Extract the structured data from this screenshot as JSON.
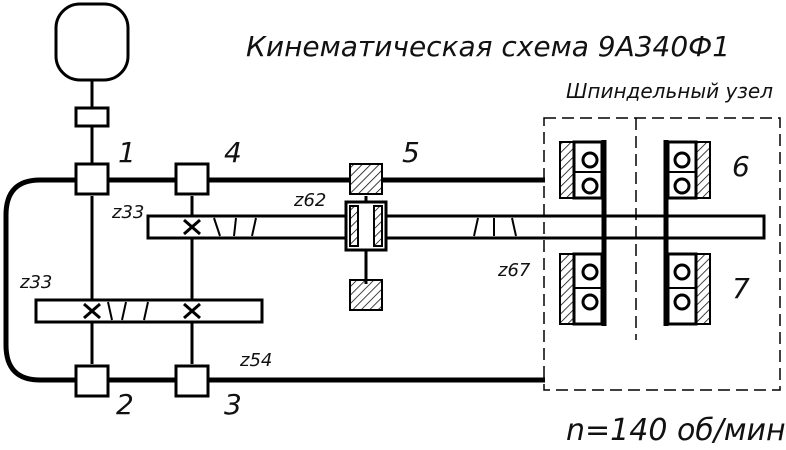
{
  "title": "Кинематическая схема 9А340Ф1",
  "spindle_label": "Шпиндельный узел",
  "shaft_labels": {
    "s1": "1",
    "s2": "2",
    "s3": "3",
    "s4": "4",
    "s5": "5",
    "s6": "6",
    "s7": "7"
  },
  "gear_labels": {
    "z33_top": "z33",
    "z33_left": "z33",
    "z62": "z62",
    "z54": "z54",
    "z67": "z67"
  },
  "speed": "n=140 об/мин"
}
